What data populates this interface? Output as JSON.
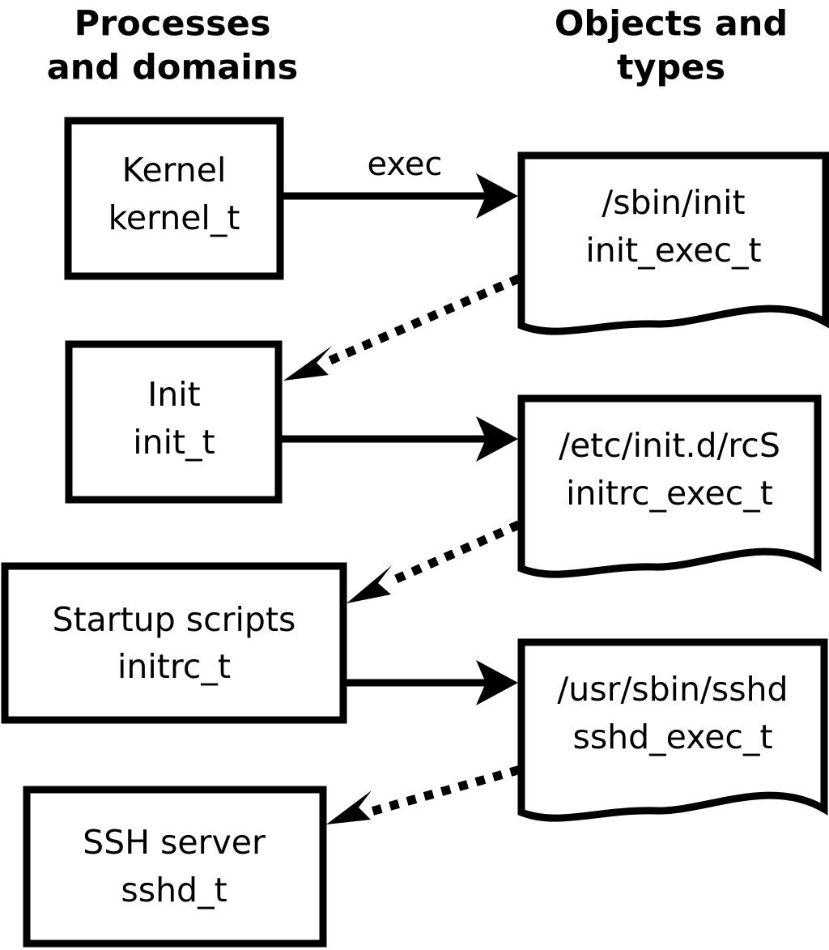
{
  "diagram": {
    "title_left": "Processes\nand domains",
    "columns": {
      "left_header_line1": "Processes",
      "left_header_line2": "and domains",
      "right_header_line1": "Objects and",
      "right_header_line2": "types"
    },
    "colors": {
      "stroke": "#000000",
      "fill": "#ffffff",
      "text": "#000000"
    },
    "process_nodes": [
      {
        "id": "kernel",
        "line1": "Kernel",
        "line2": "kernel_t"
      },
      {
        "id": "init",
        "line1": "Init",
        "line2": "init_t"
      },
      {
        "id": "initrc",
        "line1": "Startup scripts",
        "line2": "initrc_t"
      },
      {
        "id": "sshd",
        "line1": "SSH server",
        "line2": "sshd_t"
      }
    ],
    "object_nodes": [
      {
        "id": "init_exec",
        "line1": "/sbin/init",
        "line2": "init_exec_t"
      },
      {
        "id": "initrc_exec",
        "line1": "/etc/init.d/rcS",
        "line2": "initrc_exec_t"
      },
      {
        "id": "sshd_exec",
        "line1": "/usr/sbin/sshd",
        "line2": "sshd_exec_t"
      }
    ],
    "edges": [
      {
        "id": "kernel-exec-init_exec",
        "from": "kernel",
        "to": "init_exec",
        "style": "solid",
        "label": "exec"
      },
      {
        "id": "init_exec-transition-init",
        "from": "init_exec",
        "to": "init",
        "style": "dotted",
        "label": ""
      },
      {
        "id": "init-exec-initrc_exec",
        "from": "init",
        "to": "initrc_exec",
        "style": "solid",
        "label": ""
      },
      {
        "id": "initrc_exec-transition-initrc",
        "from": "initrc_exec",
        "to": "initrc",
        "style": "dotted",
        "label": ""
      },
      {
        "id": "initrc-exec-sshd_exec",
        "from": "initrc",
        "to": "sshd_exec",
        "style": "solid",
        "label": ""
      },
      {
        "id": "sshd_exec-transition-sshd",
        "from": "sshd_exec",
        "to": "sshd",
        "style": "dotted",
        "label": ""
      }
    ]
  }
}
